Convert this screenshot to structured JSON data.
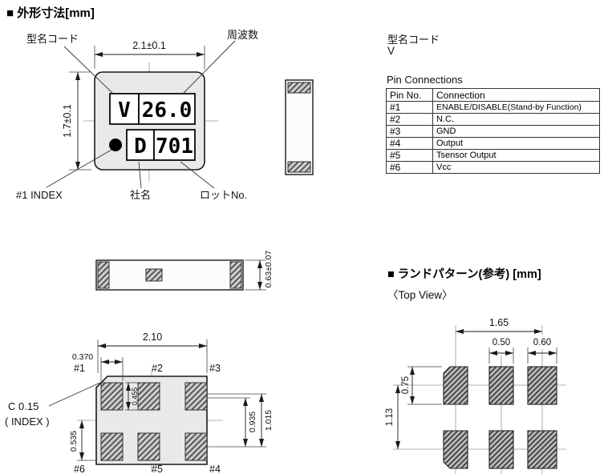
{
  "page": {
    "title_outline": "■ 外形寸法[mm]",
    "title_land": "■ ランドパターン(参考) [mm]",
    "subtitle_land": "〈Top View〉"
  },
  "model_code": {
    "label": "型名コード",
    "value": "V"
  },
  "package_top": {
    "callout_model_code": "型名コード",
    "callout_frequency": "周波数",
    "dim_width": "2.1±0.1",
    "dim_height": "1.7±0.1",
    "marking_model": "V",
    "marking_freq": "26.0",
    "marking_company": "D",
    "marking_lot": "701",
    "label_index": "#1 INDEX",
    "label_company": "社名",
    "label_lot": "ロットNo."
  },
  "side_view": {
    "dim_thickness": "0.63±0.07"
  },
  "bottom_view": {
    "dim_width": "2.10",
    "dim_offset": "0.370",
    "dim_pad_h": "0.455",
    "dim_row_offset": "0.535",
    "dim_span_a": "0.935",
    "dim_span_b": "1.015",
    "chamfer": "C  0.15",
    "chamfer_note": "( INDEX )",
    "pins_top": [
      "#1",
      "#2",
      "#3"
    ],
    "pins_bottom": [
      "#6",
      "#5",
      "#4"
    ]
  },
  "pin_table": {
    "title": "Pin Connections",
    "headers": [
      "Pin No.",
      "Connection"
    ],
    "rows": [
      {
        "pin": "#1",
        "connection": "ENABLE/DISABLE(Stand-by Function)"
      },
      {
        "pin": "#2",
        "connection": "N.C."
      },
      {
        "pin": "#3",
        "connection": "GND"
      },
      {
        "pin": "#4",
        "connection": "Output"
      },
      {
        "pin": "#5",
        "connection": "Tsensor Output"
      },
      {
        "pin": "#6",
        "connection": "Vcc"
      }
    ]
  },
  "land_pattern": {
    "dim_outer": "1.65",
    "dim_pad_w_mid": "0.50",
    "dim_pad_w_side": "0.60",
    "dim_pad_h": "0.75",
    "dim_row_pitch": "1.13"
  }
}
